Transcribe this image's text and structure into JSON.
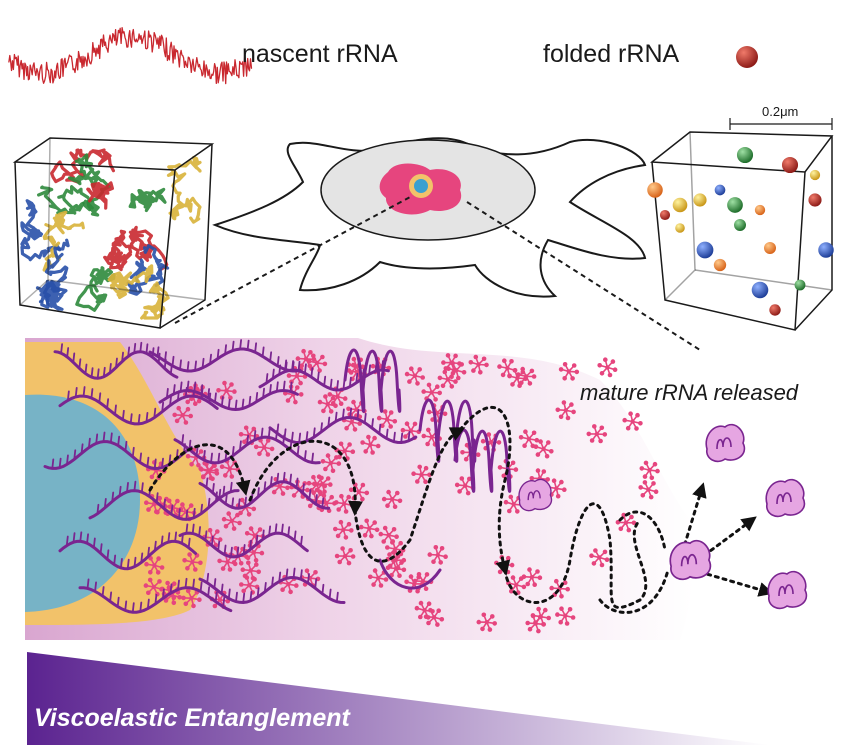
{
  "labels": {
    "nascent": "nascent rRNA",
    "folded": "folded rRNA",
    "scale": "0.2μm",
    "released": "mature rRNA released",
    "gradient": "Viscoelastic Entanglement"
  },
  "colors": {
    "polymer_red": "#c9282f",
    "polymer_blue": "#2850a8",
    "polymer_green": "#2e8a3c",
    "polymer_yellow": "#d8b33a",
    "rna_strand": "#7a2590",
    "protein_pink": "#e6457e",
    "nucleus_blue": "#77b3c6",
    "fibrillar_yellow": "#f2c26a",
    "particle_fill": "#e6a6e2",
    "gradient_dark": "#5b2390",
    "folded_sphere": "#a32420"
  }
}
